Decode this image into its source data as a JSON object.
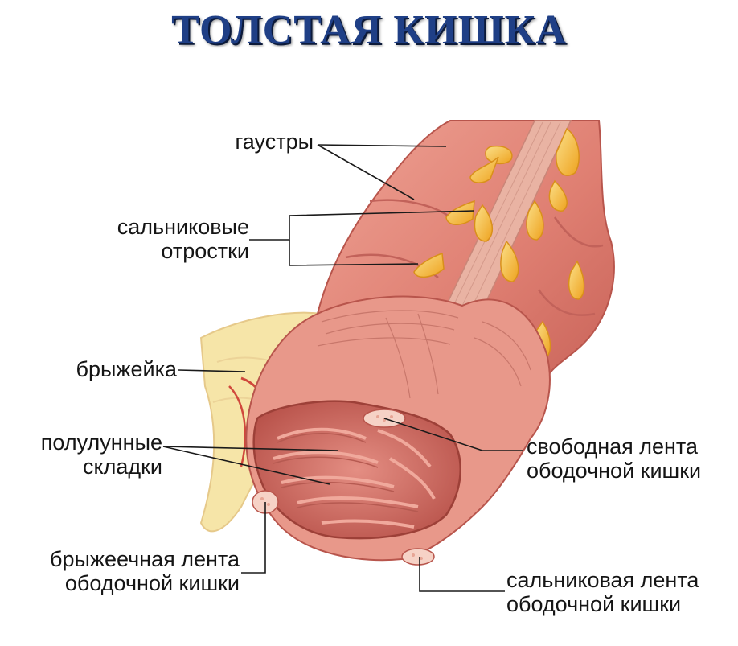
{
  "title": "ТОЛСТАЯ КИШКА",
  "labels": {
    "haustra": "гаустры",
    "appendices": [
      "сальниковые",
      "отростки"
    ],
    "mesentery": "брыжейка",
    "semilunar_folds": [
      "полулунные",
      "складки"
    ],
    "mesocolic_taenia": [
      "брыжеечная лента",
      "ободочной кишки"
    ],
    "free_taenia": [
      "свободная лента",
      "ободочной кишки"
    ],
    "omental_taenia": [
      "сальниковая лента",
      "ободочной кишки"
    ]
  },
  "colors": {
    "title": "#1f3f86",
    "wall": "#e58a7c",
    "wall_dark": "#c85f55",
    "lumen": "#d9736a",
    "fat": "#f2b431",
    "mesentery": "#f6e5a8",
    "leader_line": "#1a1a1a"
  }
}
